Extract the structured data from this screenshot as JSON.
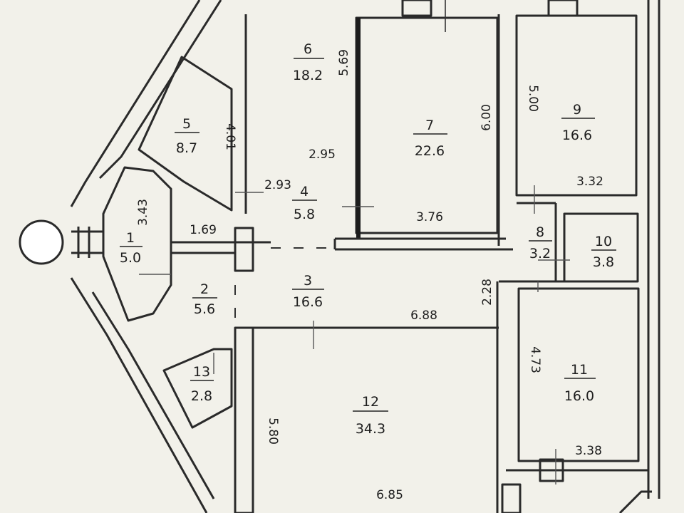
{
  "rooms": [
    {
      "num": "1",
      "area": "5.0"
    },
    {
      "num": "2",
      "area": "5.6"
    },
    {
      "num": "3",
      "area": "16.6"
    },
    {
      "num": "4",
      "area": "5.8"
    },
    {
      "num": "5",
      "area": "8.7"
    },
    {
      "num": "6",
      "area": "18.2"
    },
    {
      "num": "7",
      "area": "22.6"
    },
    {
      "num": "8",
      "area": "3.2"
    },
    {
      "num": "9",
      "area": "16.6"
    },
    {
      "num": "10",
      "area": "3.8"
    },
    {
      "num": "11",
      "area": "16.0"
    },
    {
      "num": "12",
      "area": "34.3"
    },
    {
      "num": "13",
      "area": "2.8"
    }
  ],
  "dimensions": {
    "d_3_43": "3.43",
    "d_4_01": "4.01",
    "d_5_69": "5.69",
    "d_2_95": "2.95",
    "d_2_93": "2.93",
    "d_1_69": "1.69",
    "d_6_00": "6.00",
    "d_3_76": "3.76",
    "d_5_00": "5.00",
    "d_3_32": "3.32",
    "d_6_88": "6.88",
    "d_2_28": "2.28",
    "d_4_73": "4.73",
    "d_3_38": "3.38",
    "d_5_80": "5.80",
    "d_6_85": "6.85"
  }
}
